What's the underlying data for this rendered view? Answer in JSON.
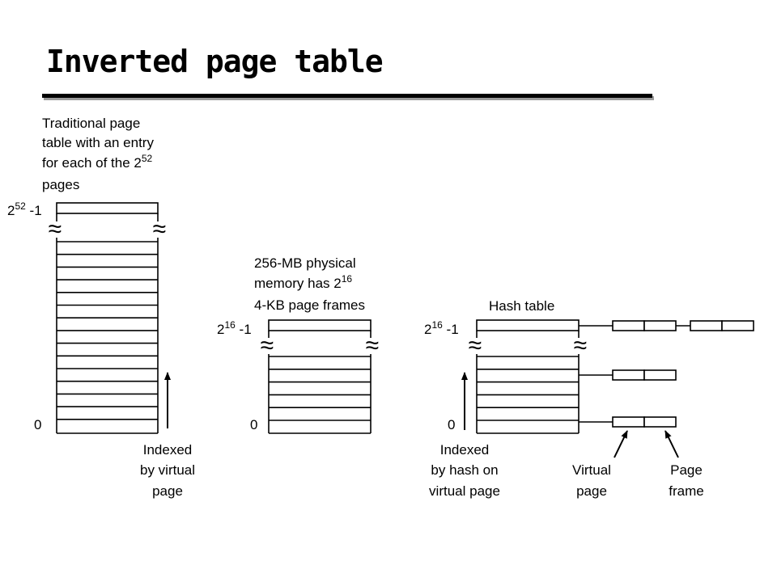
{
  "slide": {
    "title": "Inverted page table"
  },
  "traditional": {
    "caption_lines": [
      "Traditional page",
      "table with an entry",
      "for each of the 2",
      "pages"
    ],
    "caption_sup": "52",
    "top_label_base": "2",
    "top_label_sup": "52",
    "top_label_suffix": " -1",
    "bottom_label": "0",
    "arrow_lines": [
      "Indexed",
      "by virtual",
      "page"
    ]
  },
  "physical": {
    "caption_lines": [
      "256-MB physical",
      "memory has 2",
      "4-KB page frames"
    ],
    "caption_sup": "16",
    "top_label_base": "2",
    "top_label_sup": "16",
    "top_label_suffix": " -1",
    "bottom_label": "0"
  },
  "hash": {
    "caption": "Hash table",
    "top_label_base": "2",
    "top_label_sup": "16",
    "top_label_suffix": " -1",
    "bottom_label": "0",
    "arrow_lines": [
      "Indexed",
      "by hash on",
      "virtual page"
    ],
    "virtual_page_lines": [
      "Virtual",
      "page"
    ],
    "page_frame_lines": [
      "Page",
      "frame"
    ]
  },
  "break_symbol": "≈"
}
